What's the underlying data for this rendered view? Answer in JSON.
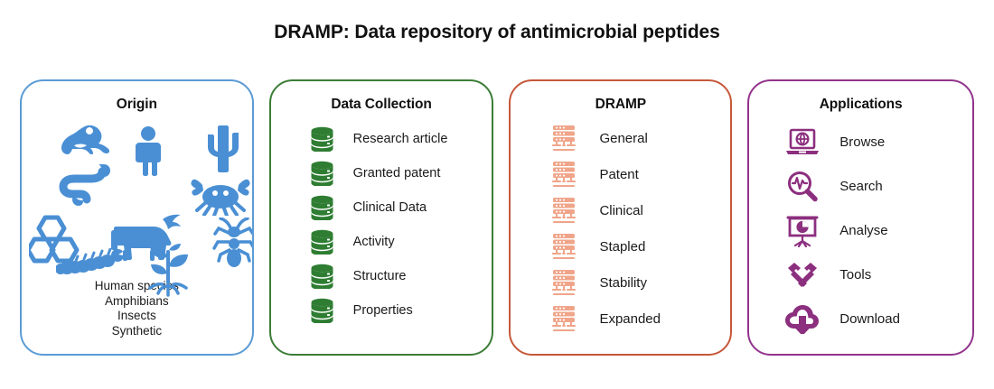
{
  "figure": {
    "title": "DRAMP: Data repository of antimicrobial peptides"
  },
  "colors": {
    "origin_border": "#5b9bd5",
    "origin_icon": "#4a8fd4",
    "collection_border": "#3c7d37",
    "collection_icon": "#2e7d32",
    "dramp_border": "#c6583a",
    "dramp_icon": "#f0a58a",
    "applications_border": "#92348d",
    "applications_icon": "#8c2f7f",
    "text": "#1a1a1a"
  },
  "panels": {
    "origin": {
      "title": "Origin",
      "icons": [
        "frog-icon",
        "human-icon",
        "cactus-icon",
        "snake-icon",
        "crab-icon",
        "molecule-icon",
        "cow-icon",
        "ant-icon",
        "caterpillar-icon",
        "plant-icon"
      ],
      "lines": [
        "Human species",
        "Amphibians",
        "Insects",
        "Synthetic"
      ],
      "ellipsis": "..."
    },
    "collection": {
      "title": "Data Collection",
      "icon": "database-icon",
      "items": [
        "Research article",
        "Granted patent",
        "Clinical Data",
        "Activity",
        "Structure",
        "Properties"
      ]
    },
    "dramp": {
      "title": "DRAMP",
      "icon": "server-rack-icon",
      "items": [
        "General",
        "Patent",
        "Clinical",
        "Stapled",
        "Stability",
        "Expanded"
      ]
    },
    "applications": {
      "title": "Applications",
      "items": [
        {
          "label": "Browse",
          "icon": "laptop-globe-icon"
        },
        {
          "label": "Search",
          "icon": "magnifier-pulse-icon"
        },
        {
          "label": "Analyse",
          "icon": "presentation-piechart-icon"
        },
        {
          "label": "Tools",
          "icon": "hammers-icon"
        },
        {
          "label": "Download",
          "icon": "cloud-download-icon"
        }
      ]
    }
  }
}
